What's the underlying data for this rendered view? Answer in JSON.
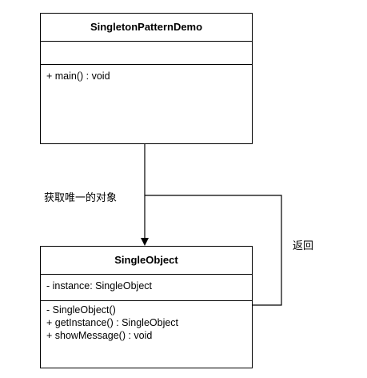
{
  "classes": {
    "demo": {
      "name": "SingletonPatternDemo",
      "attributes": [],
      "operations": [
        "+ main() : void"
      ]
    },
    "single": {
      "name": "SingleObject",
      "attributes": [
        "- instance: SingleObject"
      ],
      "operations": [
        "- SingleObject()",
        "+ getInstance() : SingleObject",
        "+ showMessage() : void"
      ]
    }
  },
  "edges": {
    "get_instance_label": "获取唯一的对象",
    "return_label": "返回"
  },
  "colors": {
    "stroke": "#000000",
    "background": "#ffffff"
  }
}
